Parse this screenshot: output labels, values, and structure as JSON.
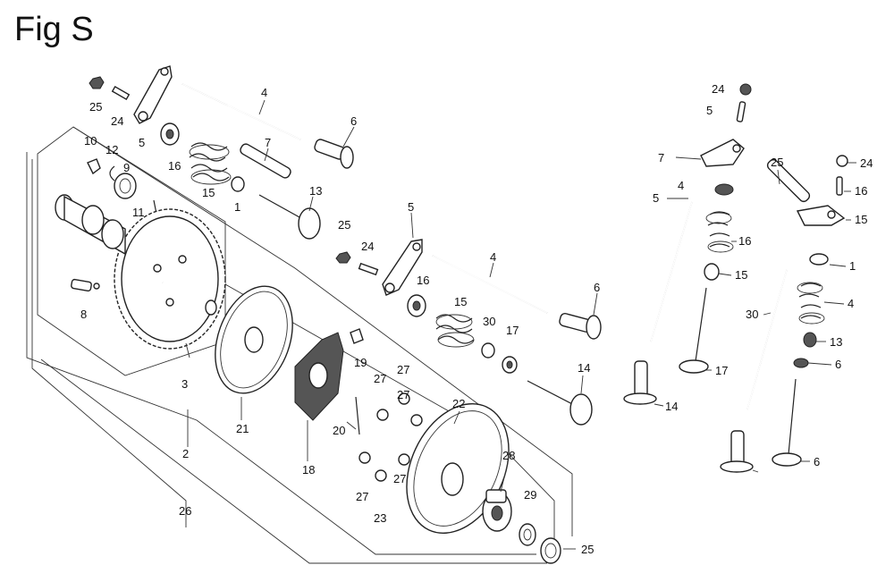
{
  "title": "Fig S",
  "callouts": [
    {
      "id": "c1",
      "text": "25"
    },
    {
      "id": "c2",
      "text": "24"
    },
    {
      "id": "c3",
      "text": "5"
    },
    {
      "id": "c4",
      "text": "4"
    },
    {
      "id": "c5",
      "text": "6"
    },
    {
      "id": "c6",
      "text": "10"
    },
    {
      "id": "c7",
      "text": "12"
    },
    {
      "id": "c8",
      "text": "9"
    },
    {
      "id": "c9",
      "text": "16"
    },
    {
      "id": "c10",
      "text": "15"
    },
    {
      "id": "c11",
      "text": "7"
    },
    {
      "id": "c12",
      "text": "1"
    },
    {
      "id": "c13",
      "text": "13"
    },
    {
      "id": "c14",
      "text": "11"
    },
    {
      "id": "c15",
      "text": "8"
    },
    {
      "id": "c16",
      "text": "25"
    },
    {
      "id": "c17",
      "text": "24"
    },
    {
      "id": "c18",
      "text": "5"
    },
    {
      "id": "c19",
      "text": "4"
    },
    {
      "id": "c20",
      "text": "16"
    },
    {
      "id": "c21",
      "text": "15"
    },
    {
      "id": "c22",
      "text": "30"
    },
    {
      "id": "c23",
      "text": "17"
    },
    {
      "id": "c24",
      "text": "6"
    },
    {
      "id": "c25",
      "text": "14"
    },
    {
      "id": "c26",
      "text": "3"
    },
    {
      "id": "c27",
      "text": "19"
    },
    {
      "id": "c28",
      "text": "21"
    },
    {
      "id": "c29",
      "text": "27"
    },
    {
      "id": "c30",
      "text": "27"
    },
    {
      "id": "c31",
      "text": "20"
    },
    {
      "id": "c32",
      "text": "22"
    },
    {
      "id": "c33",
      "text": "18"
    },
    {
      "id": "c34",
      "text": "2"
    },
    {
      "id": "c35",
      "text": "27"
    },
    {
      "id": "c36",
      "text": "27"
    },
    {
      "id": "c37",
      "text": "27"
    },
    {
      "id": "c38",
      "text": "23"
    },
    {
      "id": "c39",
      "text": "28"
    },
    {
      "id": "c40",
      "text": "29"
    },
    {
      "id": "c41",
      "text": "26"
    },
    {
      "id": "c42",
      "text": "25"
    },
    {
      "id": "c43",
      "text": "24"
    },
    {
      "id": "c44",
      "text": "5"
    },
    {
      "id": "c45",
      "text": "7"
    },
    {
      "id": "c46",
      "text": "25"
    },
    {
      "id": "c47",
      "text": "24"
    },
    {
      "id": "c48",
      "text": "16"
    },
    {
      "id": "c49",
      "text": "4"
    },
    {
      "id": "c50",
      "text": "5"
    },
    {
      "id": "c51",
      "text": "15"
    },
    {
      "id": "c52",
      "text": "16"
    },
    {
      "id": "c53",
      "text": "1"
    },
    {
      "id": "c54",
      "text": "15"
    },
    {
      "id": "c55",
      "text": "4"
    },
    {
      "id": "c56",
      "text": "30"
    },
    {
      "id": "c57",
      "text": "13"
    },
    {
      "id": "c58",
      "text": "17"
    },
    {
      "id": "c59",
      "text": "6"
    },
    {
      "id": "c60",
      "text": "14"
    },
    {
      "id": "c61",
      "text": "6"
    }
  ]
}
